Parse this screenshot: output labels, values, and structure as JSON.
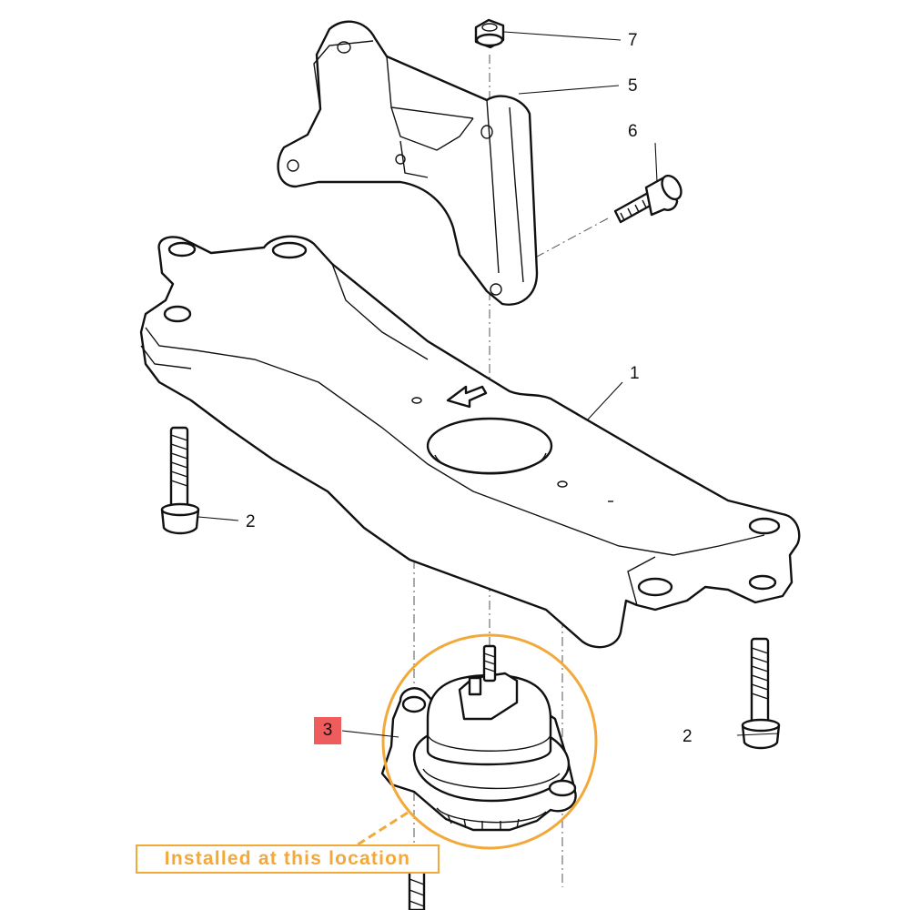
{
  "callouts": {
    "c1": "1",
    "c2a": "2",
    "c2b": "2",
    "c3": "3",
    "c5": "5",
    "c6": "6",
    "c7": "7"
  },
  "highlight_note": "Installed at this location",
  "colors": {
    "highlight_orange": "#f2a93a",
    "callout_red": "#ee5c5c",
    "line": "#111111"
  }
}
